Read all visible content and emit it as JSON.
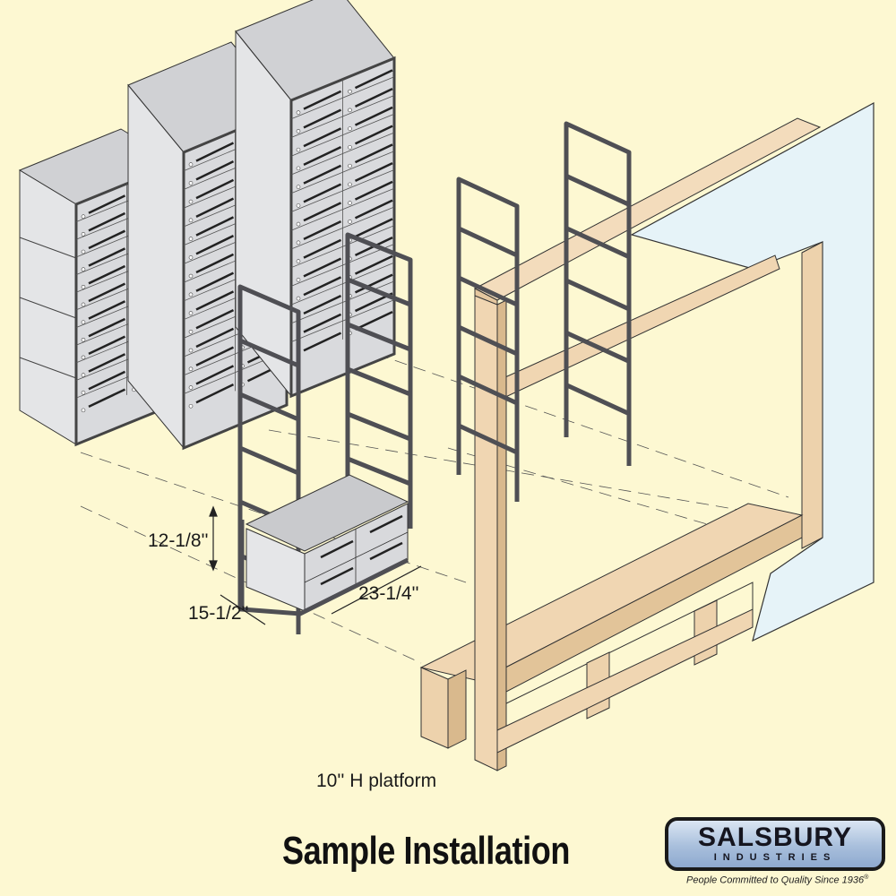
{
  "title": "Sample Installation",
  "platform_label": "10'' H platform",
  "dimensions": {
    "height": "12-1/8''",
    "depth": "15-1/2''",
    "width": "23-1/4''"
  },
  "logo": {
    "name": "SALSBURY",
    "sub": "INDUSTRIES",
    "tagline": "People Committed to Quality Since 1936",
    "registered": "®"
  },
  "colors": {
    "background": "#fdf8d2",
    "wood": "#f0d6b2",
    "wall": "#e6f3f8",
    "metal": "#d8d9dc",
    "frame": "#5a5a5e"
  }
}
